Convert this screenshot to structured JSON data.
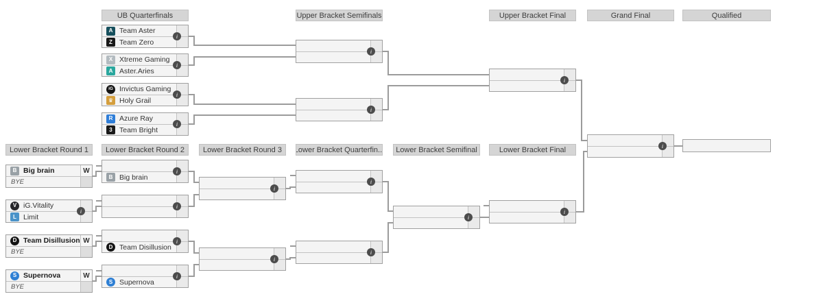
{
  "icons": {
    "info": "i"
  },
  "colors": {
    "connector": "#9b9b9b",
    "header_bg": "#d5d5d5",
    "row_bg": "#f4f4f4",
    "accent_winner": "#1d1d1d"
  },
  "upper": {
    "quarterfinals": {
      "title": "UB Quarterfinals",
      "matches": [
        {
          "top": {
            "name": "Team Aster",
            "score": "",
            "icon": "team-aster-logo",
            "icon_char": "A",
            "icon_color": "#17505d"
          },
          "bottom": {
            "name": "Team Zero",
            "score": "",
            "icon": "team-zero-logo",
            "icon_char": "Z",
            "icon_color": "#191919"
          }
        },
        {
          "top": {
            "name": "Xtreme Gaming",
            "score": "",
            "icon": "xtreme-gaming-logo",
            "icon_char": "X",
            "icon_color": "#b3bbc0"
          },
          "bottom": {
            "name": "Aster.Aries",
            "score": "",
            "icon": "aster-aries-logo",
            "icon_char": "A",
            "icon_color": "#2aa79e"
          }
        },
        {
          "top": {
            "name": "Invictus Gaming",
            "score": "",
            "icon": "invictus-gaming-logo",
            "icon_char": "iG",
            "icon_color": "#141414"
          },
          "bottom": {
            "name": "Holy Grail",
            "score": "",
            "icon": "holy-grail-logo",
            "icon_char": "♛",
            "icon_color": "#d49e3c"
          }
        },
        {
          "top": {
            "name": "Azure Ray",
            "score": "",
            "icon": "azure-ray-logo",
            "icon_char": "R",
            "icon_color": "#2f7ed8"
          },
          "bottom": {
            "name": "Team Bright",
            "score": "",
            "icon": "team-bright-logo",
            "icon_char": "3",
            "icon_color": "#1a1a1a"
          }
        }
      ]
    },
    "semifinals": {
      "title": "Upper Bracket Semifinals",
      "matches": [
        {
          "top": {
            "name": "",
            "score": ""
          },
          "bottom": {
            "name": "",
            "score": ""
          }
        },
        {
          "top": {
            "name": "",
            "score": ""
          },
          "bottom": {
            "name": "",
            "score": ""
          }
        }
      ]
    },
    "final": {
      "title": "Upper Bracket Final",
      "match": {
        "top": {
          "name": "",
          "score": ""
        },
        "bottom": {
          "name": "",
          "score": ""
        }
      }
    },
    "grand_final": {
      "title": "Grand Final",
      "match": {
        "top": {
          "name": "",
          "score": ""
        },
        "bottom": {
          "name": "",
          "score": ""
        }
      }
    },
    "qualified": {
      "title": "Qualified",
      "slot": {
        "name": ""
      }
    }
  },
  "lower": {
    "round1": {
      "title": "Lower Bracket Round 1",
      "matches": [
        {
          "top": {
            "name": "Big brain",
            "score": "W",
            "icon": "big-brain-logo",
            "icon_char": "B",
            "icon_color": "#99a1a6"
          },
          "bottom": {
            "name": "BYE",
            "score": ""
          }
        },
        {
          "top": {
            "name": "iG.Vitality",
            "score": "",
            "icon": "ig-vitality-logo",
            "icon_char": "V",
            "icon_color": "#26262a"
          },
          "bottom": {
            "name": "Limit",
            "score": "",
            "icon": "limit-logo",
            "icon_char": "L",
            "icon_color": "#4a93c9"
          }
        },
        {
          "top": {
            "name": "Team Disillusion",
            "score": "W",
            "icon": "team-disillusion-logo",
            "icon_char": "D",
            "icon_color": "#141414"
          },
          "bottom": {
            "name": "BYE",
            "score": ""
          }
        },
        {
          "top": {
            "name": "Supernova",
            "score": "W",
            "icon": "supernova-logo",
            "icon_char": "S",
            "icon_color": "#2e7fd4"
          },
          "bottom": {
            "name": "BYE",
            "score": ""
          }
        }
      ]
    },
    "round2": {
      "title": "Lower Bracket Round 2",
      "matches": [
        {
          "top": {
            "name": "",
            "score": ""
          },
          "bottom": {
            "name": "Big brain",
            "score": "",
            "icon": "big-brain-logo",
            "icon_char": "B",
            "icon_color": "#99a1a6"
          }
        },
        {
          "top": {
            "name": "",
            "score": ""
          },
          "bottom": {
            "name": "",
            "score": ""
          }
        },
        {
          "top": {
            "name": "",
            "score": ""
          },
          "bottom": {
            "name": "Team Disillusion",
            "score": "",
            "icon": "team-disillusion-logo",
            "icon_char": "D",
            "icon_color": "#141414"
          }
        },
        {
          "top": {
            "name": "",
            "score": ""
          },
          "bottom": {
            "name": "Supernova",
            "score": "",
            "icon": "supernova-logo",
            "icon_char": "S",
            "icon_color": "#2e7fd4"
          }
        }
      ]
    },
    "round3": {
      "title": "Lower Bracket Round 3",
      "matches": [
        {
          "top": {
            "name": "",
            "score": ""
          },
          "bottom": {
            "name": "",
            "score": ""
          }
        },
        {
          "top": {
            "name": "",
            "score": ""
          },
          "bottom": {
            "name": "",
            "score": ""
          }
        }
      ]
    },
    "quarterfinal": {
      "title": "Lower Bracket Quarterfin...",
      "matches": [
        {
          "top": {
            "name": "",
            "score": ""
          },
          "bottom": {
            "name": "",
            "score": ""
          }
        },
        {
          "top": {
            "name": "",
            "score": ""
          },
          "bottom": {
            "name": "",
            "score": ""
          }
        }
      ]
    },
    "semifinal": {
      "title": "Lower Bracket Semifinal",
      "match": {
        "top": {
          "name": "",
          "score": ""
        },
        "bottom": {
          "name": "",
          "score": ""
        }
      }
    },
    "final": {
      "title": "Lower Bracket Final",
      "match": {
        "top": {
          "name": "",
          "score": ""
        },
        "bottom": {
          "name": "",
          "score": ""
        }
      }
    }
  }
}
